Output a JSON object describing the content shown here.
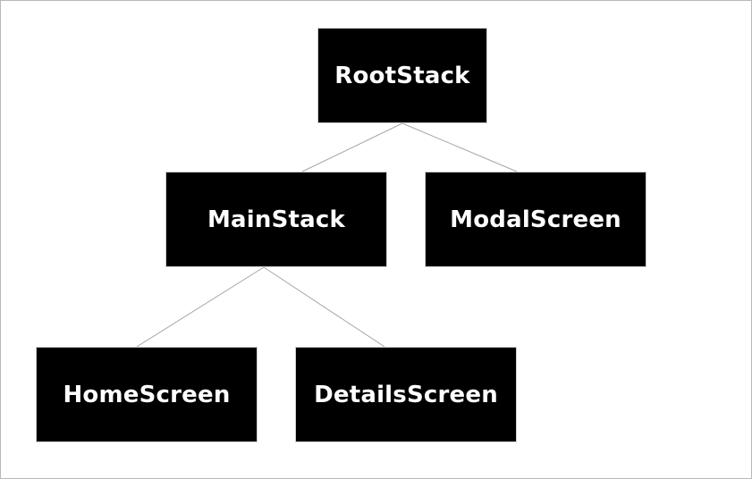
{
  "diagram": {
    "nodes": {
      "root": "RootStack",
      "main": "MainStack",
      "modal": "ModalScreen",
      "home": "HomeScreen",
      "details": "DetailsScreen"
    },
    "edges": [
      [
        "root",
        "main"
      ],
      [
        "root",
        "modal"
      ],
      [
        "main",
        "home"
      ],
      [
        "main",
        "details"
      ]
    ],
    "colors": {
      "node_fill": "#000000",
      "node_text": "#ffffff",
      "edge": "#a6a6a6"
    }
  }
}
